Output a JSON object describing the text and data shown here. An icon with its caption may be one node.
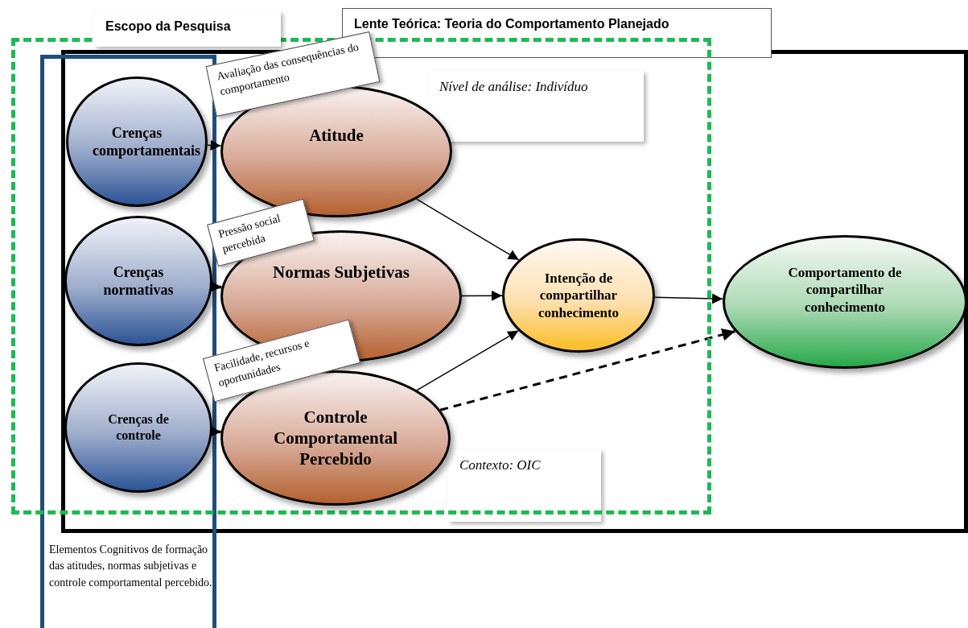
{
  "diagram": {
    "nodes": [
      {
        "text": [
          "Escopo da Pesquisa"
        ]
      },
      {
        "text": [
          "Lente Teórica: Teoria do Comportamento Planejado"
        ]
      },
      {
        "text": [
          "Elementos Cognitivos de formação das atitudes, normas subjetivas e controle comportamental percebido."
        ]
      },
      {
        "text": [
          "Crenças comportamentais"
        ]
      },
      {
        "text": [
          "Atitude"
        ],
        "in": 0
      },
      {
        "text": [
          "Crenças normativas"
        ]
      },
      {
        "text": [
          "Normas Subjetivas"
        ],
        "in": 0
      },
      {
        "text": [
          "Crenças de controle"
        ]
      },
      {
        "text": [
          "Controle Comportamental Percebido"
        ],
        "in": 0
      },
      {
        "text": [
          "Intenção de compartilhar conhecimento"
        ],
        "in": 0
      },
      {
        "text": [
          "Comportamento de compartilhar conhecimento"
        ],
        "in": 1
      }
    ],
    "edges": [
      {
        "from": 3,
        "to": 4,
        "arrow": "to"
      },
      {
        "from": 5,
        "to": 6,
        "arrow": "to",
        "style": "thick"
      },
      {
        "from": 7,
        "to": 8,
        "arrow": "to",
        "style": "thick"
      },
      {
        "from": 4,
        "to": 9,
        "arrow": "to"
      },
      {
        "from": 6,
        "to": 9,
        "arrow": "to"
      },
      {
        "from": 8,
        "to": 9,
        "arrow": "to"
      },
      {
        "from": 9,
        "to": 10,
        "arrow": "to"
      },
      {
        "from": 8,
        "to": 10,
        "arrow": "to",
        "style": "dashed"
      }
    ],
    "labels": [
      "Avaliação das consequências do comportamento",
      "Nível de análise: Indivíduo",
      "Pressão social percebida",
      "Facilidade, recursos e oportunidades",
      "Contexto: OIC"
    ]
  }
}
